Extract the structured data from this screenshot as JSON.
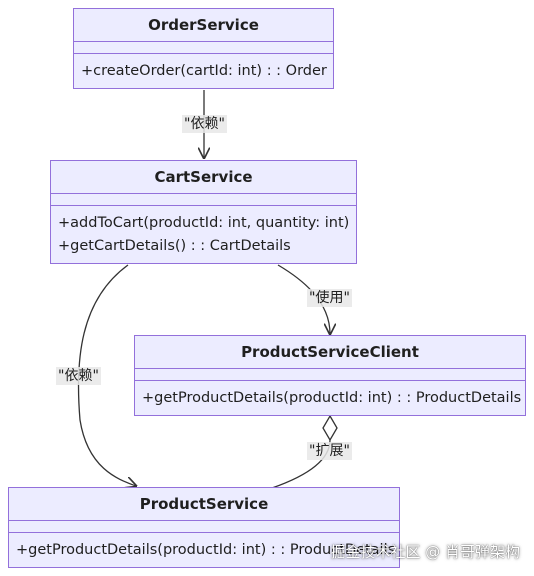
{
  "diagram": {
    "classes": [
      {
        "id": "order_service",
        "name": "OrderService",
        "methods": [
          "+createOrder(cartId: int) : : Order"
        ]
      },
      {
        "id": "cart_service",
        "name": "CartService",
        "methods": [
          "+addToCart(productId: int, quantity: int)",
          "+getCartDetails() : : CartDetails"
        ]
      },
      {
        "id": "product_service_client",
        "name": "ProductServiceClient",
        "methods": [
          "+getProductDetails(productId: int) : : ProductDetails"
        ]
      },
      {
        "id": "product_service",
        "name": "ProductService",
        "methods": [
          "+getProductDetails(productId: int) : : ProductDetails"
        ]
      }
    ],
    "relations": [
      {
        "from": "OrderService",
        "to": "CartService",
        "label": "\"依赖\"",
        "kind": "dependency"
      },
      {
        "from": "CartService",
        "to": "ProductServiceClient",
        "label": "\"使用\"",
        "kind": "dependency"
      },
      {
        "from": "CartService",
        "to": "ProductService",
        "label": "\"依赖\"",
        "kind": "dependency"
      },
      {
        "from": "ProductServiceClient",
        "to": "ProductService",
        "label": "\"扩展\"",
        "kind": "aggregation"
      }
    ]
  },
  "watermark": "掘金技术社区 @ 肖哥弹架构",
  "colors": {
    "box_fill": "#ECECFF",
    "box_border": "#9370DB",
    "edge": "#333333",
    "label_bg": "#e8e8e8"
  }
}
